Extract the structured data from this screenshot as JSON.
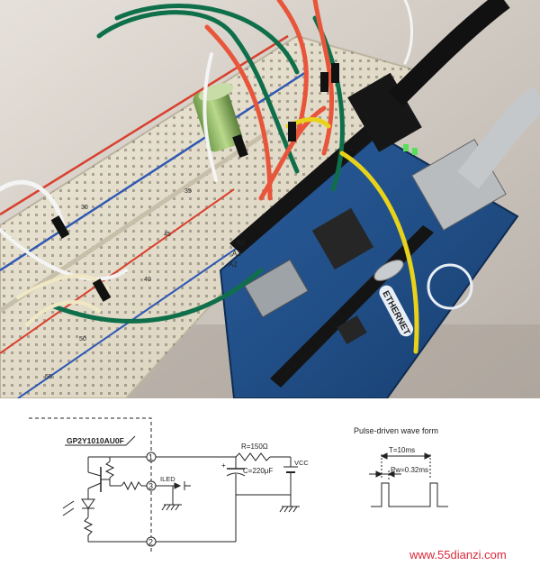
{
  "photo": {
    "board_label": "ETHERNET",
    "breadcrumb_pin_labels": [
      "A0",
      "A1",
      "A2"
    ],
    "row_numbers": [
      "45",
      "40",
      "35",
      "30",
      "50",
      "55"
    ]
  },
  "schematic": {
    "part_label": "GP2Y1010AU0F",
    "pin1": "1",
    "pin2": "2",
    "pin3": "3",
    "led_label": "ILED",
    "resistor_label": "R=150Ω",
    "capacitor_label": "C=220μF",
    "vcc_label": "VCC",
    "plus_sign": "+",
    "waveform_title": "Pulse-driven wave form",
    "period_label": "T=10ms",
    "pulse_width_label": "Pw=0.32ms"
  },
  "watermark": "www.55dianzi.com",
  "colors": {
    "wire_green": "#0f6f4a",
    "wire_orange": "#e8553a",
    "wire_yellow": "#e8d21a",
    "board_blue": "#1f4f8a",
    "breadboard": "#e9e2cf",
    "watermark_red": "#d8283a"
  }
}
